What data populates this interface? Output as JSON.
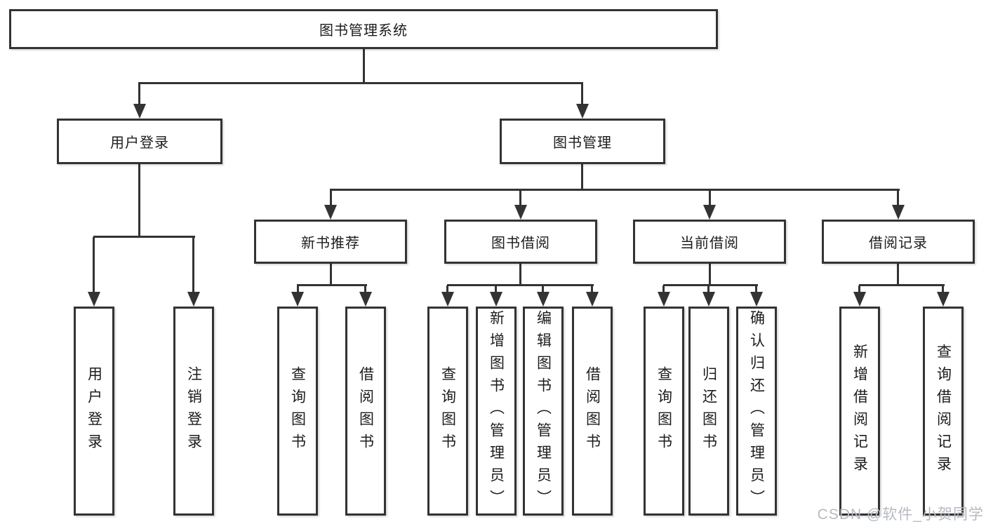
{
  "tree": {
    "root": {
      "label": "图书管理系统",
      "children": [
        {
          "label": "用户登录",
          "children": [
            {
              "label": "用户登录"
            },
            {
              "label": "注销登录"
            }
          ]
        },
        {
          "label": "图书管理",
          "children": [
            {
              "label": "新书推荐",
              "children": [
                {
                  "label": "查询图书"
                },
                {
                  "label": "借阅图书"
                }
              ]
            },
            {
              "label": "图书借阅",
              "children": [
                {
                  "label": "查询图书"
                },
                {
                  "label": "新增图书（管理员）"
                },
                {
                  "label": "编辑图书（管理员）"
                },
                {
                  "label": "借阅图书"
                }
              ]
            },
            {
              "label": "当前借阅",
              "children": [
                {
                  "label": "查询图书"
                },
                {
                  "label": "归还图书"
                },
                {
                  "label": "确认归还（管理员）"
                }
              ]
            },
            {
              "label": "借阅记录",
              "children": [
                {
                  "label": "新增借阅记录"
                },
                {
                  "label": "查询借阅记录"
                }
              ]
            }
          ]
        }
      ]
    }
  },
  "watermark": {
    "text": "CSDN @软件_小贺同学"
  },
  "colors": {
    "line": "#333333",
    "text": "#1c1c1c",
    "watermark": "#b6bac0",
    "background": "#ffffff"
  }
}
